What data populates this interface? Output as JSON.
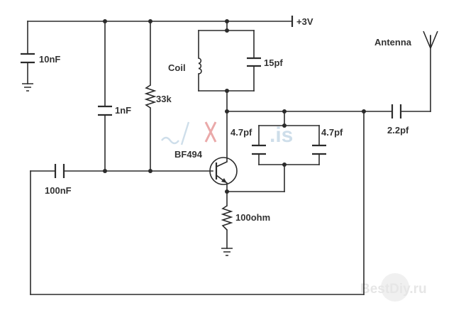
{
  "labels": {
    "supply": "+3V",
    "antenna": "Antenna",
    "coil": "Coil",
    "c_tank": "15pf",
    "c_decouple": "10nF",
    "c_base": "1nF",
    "r_bias": "33k",
    "transistor": "BF494",
    "c_fb1": "4.7pf",
    "c_fb2": "4.7pf",
    "c_ant": "2.2pf",
    "c_in": "100nF",
    "r_emitter": "100ohm"
  },
  "watermarks": {
    "center": ".is",
    "corner": "BestDiy.ru"
  },
  "colors": {
    "wire": "#2b2b2b",
    "text": "#333333",
    "watermark_center": "#c9dbe8",
    "watermark_mark": "#e8a0a0",
    "watermark_corner": "#e6e6e6"
  }
}
